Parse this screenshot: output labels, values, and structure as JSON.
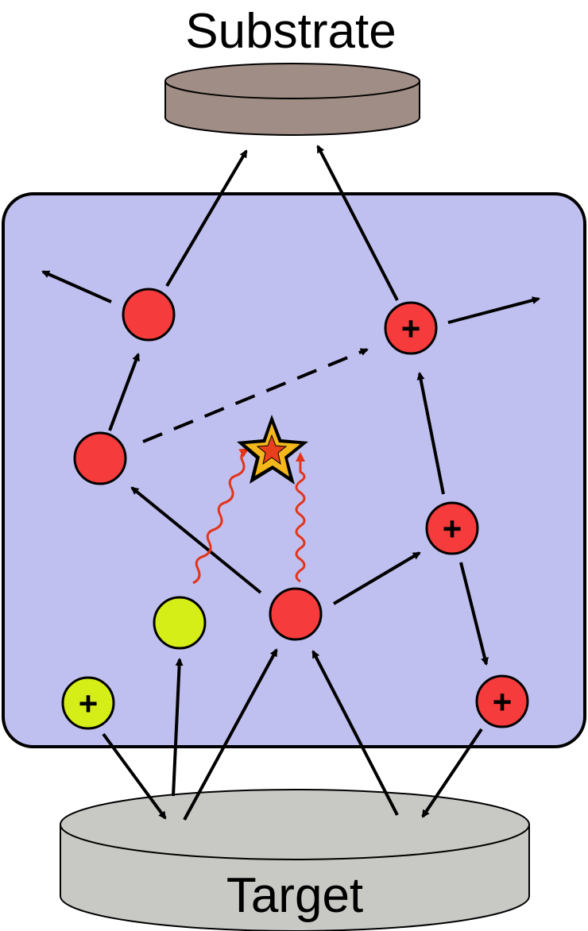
{
  "labels": {
    "substrate": "Substrate",
    "target": "Target"
  },
  "colors": {
    "plasma_region": "#c0c0f0",
    "substrate_disk": "#a08d85",
    "target_disk": "#c8c8c4",
    "neutral_red": "#f53b3b",
    "neutral_yellow": "#d6ee17",
    "photon_wave": "#e1351b",
    "star_outer": "#f4b81c",
    "star_inner": "#e8401c",
    "outline": "#000000"
  },
  "particles": [
    {
      "id": "red-top-left",
      "color": "neutral_red",
      "sign": ""
    },
    {
      "id": "red-mid-left",
      "color": "neutral_red",
      "sign": ""
    },
    {
      "id": "red-center",
      "color": "neutral_red",
      "sign": ""
    },
    {
      "id": "red-top-right-ion",
      "color": "neutral_red",
      "sign": "+"
    },
    {
      "id": "red-mid-right-ion",
      "color": "neutral_red",
      "sign": "+"
    },
    {
      "id": "red-bottom-right-ion",
      "color": "neutral_red",
      "sign": "+"
    },
    {
      "id": "yellow-neutral",
      "color": "neutral_yellow",
      "sign": ""
    },
    {
      "id": "yellow-ion",
      "color": "neutral_yellow",
      "sign": "+"
    }
  ],
  "icons": {
    "emission_star": "star-burst-icon",
    "photon": "wavy-arrow-icon"
  }
}
